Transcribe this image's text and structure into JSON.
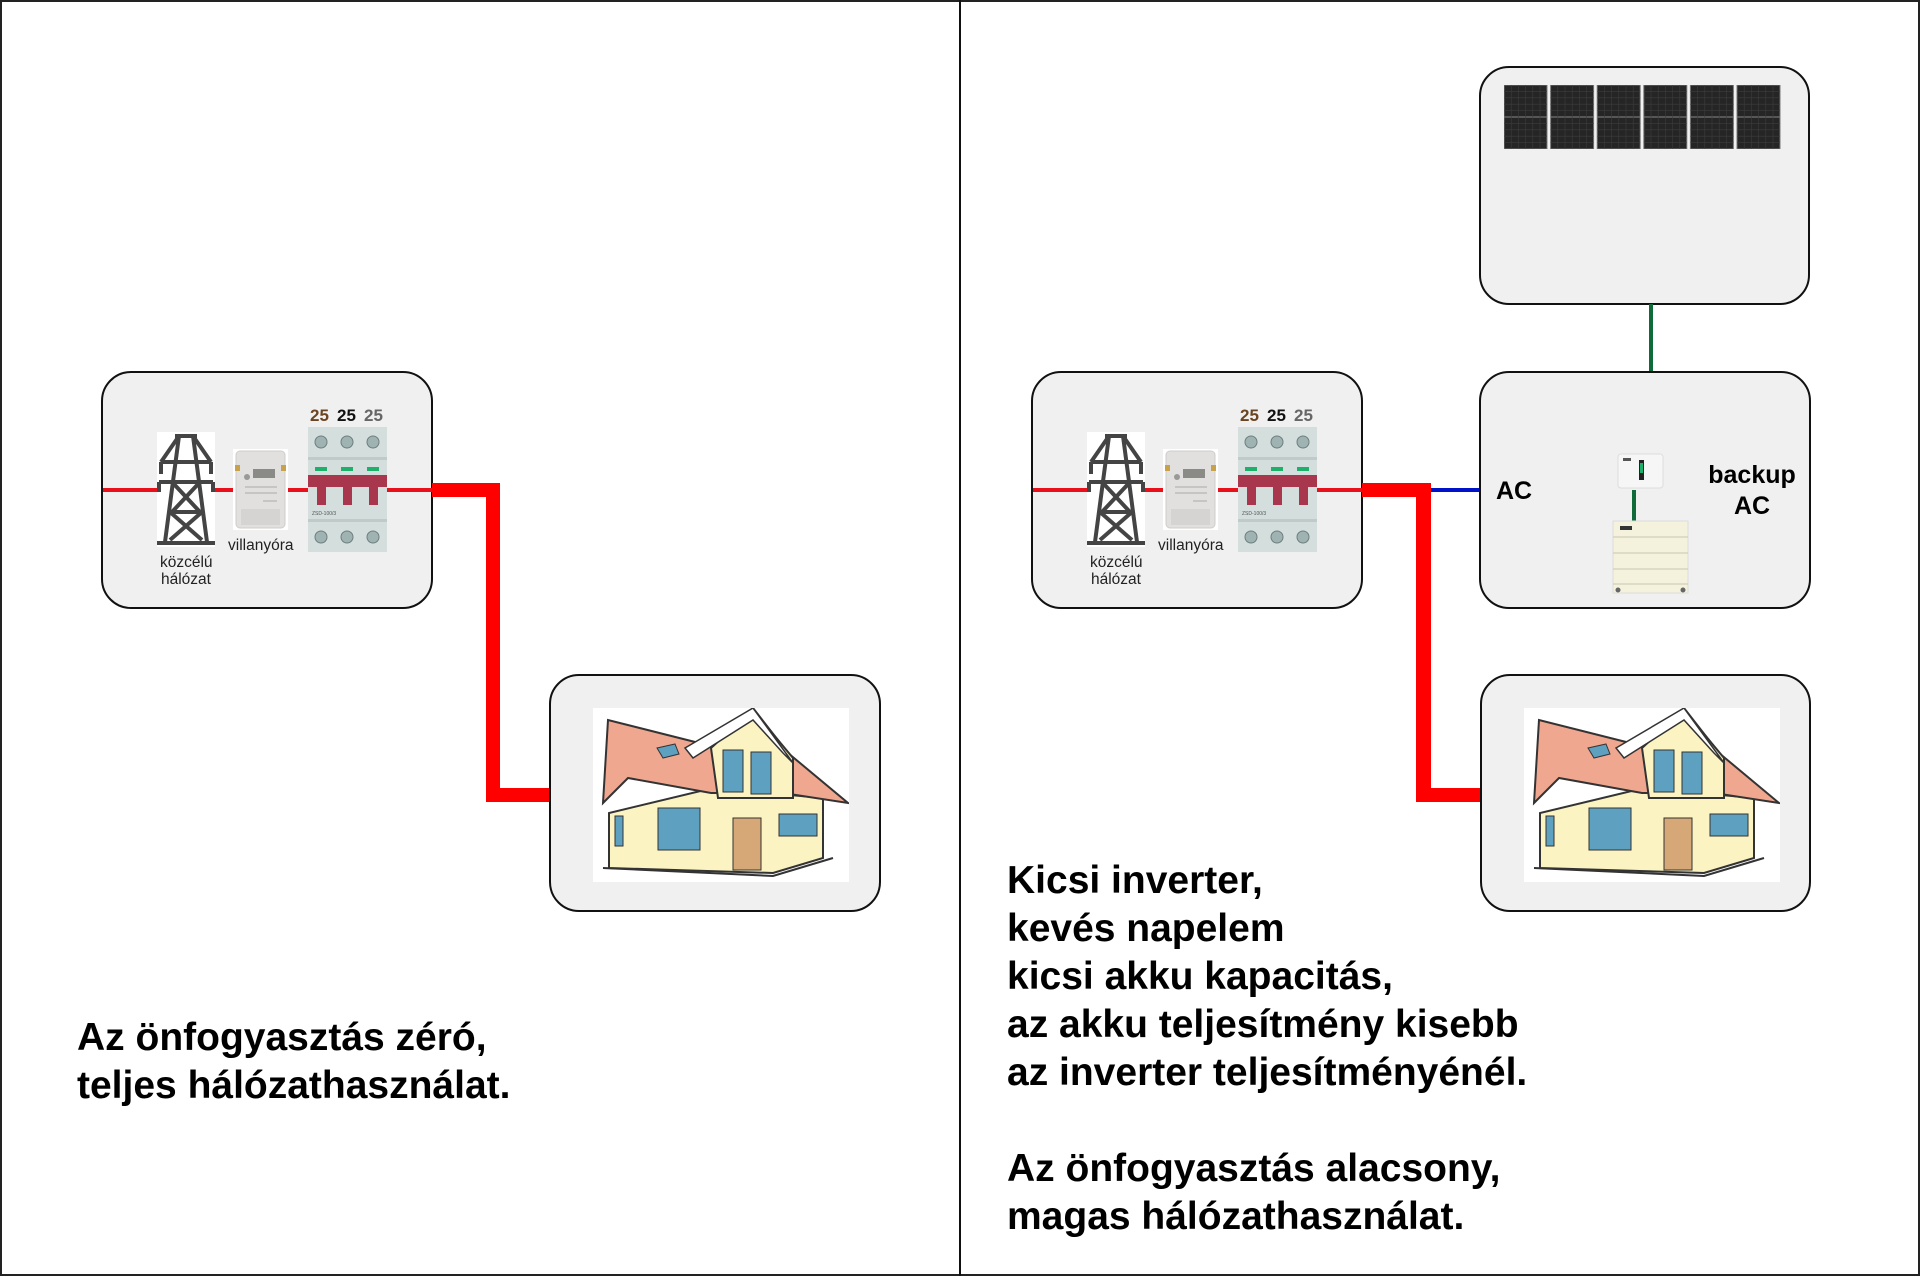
{
  "left_panel": {
    "grid_box": {
      "tower_label_line1": "közcélú",
      "tower_label_line2": "hálózat",
      "meter_label": "villanyóra",
      "breaker_ratings": [
        {
          "value": "25",
          "color": "#6b4522"
        },
        {
          "value": "25",
          "color": "#111111"
        },
        {
          "value": "25",
          "color": "#666666"
        }
      ]
    },
    "summary_lines": [
      "Az önfogyasztás zéró,",
      "teljes hálózathasználat."
    ]
  },
  "right_panel": {
    "grid_box": {
      "tower_label_line1": "közcélú",
      "tower_label_line2": "hálózat",
      "meter_label": "villanyóra",
      "breaker_ratings": [
        {
          "value": "25",
          "color": "#6b4522"
        },
        {
          "value": "25",
          "color": "#111111"
        },
        {
          "value": "25",
          "color": "#666666"
        }
      ]
    },
    "solar_box": {
      "panel_count": 6
    },
    "inverter_box": {
      "ac_label": "AC",
      "backup_label_line1": "backup",
      "backup_label_line2": "AC"
    },
    "description_lines": [
      "Kicsi inverter,",
      "kevés napelem",
      "kicsi akku kapacitás,",
      "az akku teljesítmény kisebb",
      "az inverter teljesítményénél.",
      "",
      "Az önfogyasztás alacsony,",
      "magas hálózathasználat."
    ]
  },
  "colors": {
    "grid_wire": "#ff0000",
    "ac_wire": "#0012c8",
    "dc_wire": "#0f6b3a",
    "box_fill": "#f0f0f0"
  }
}
